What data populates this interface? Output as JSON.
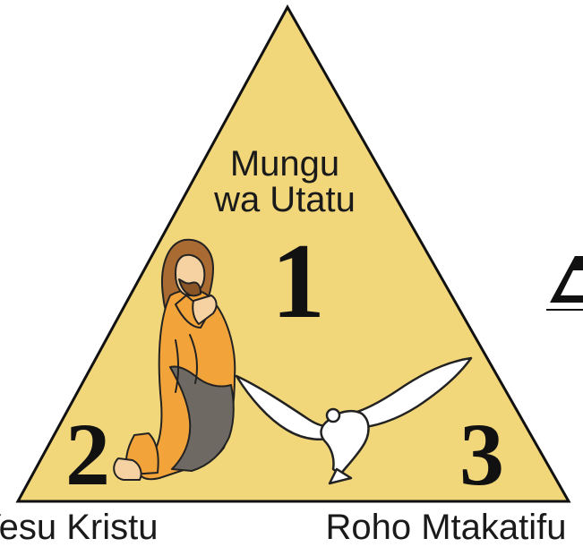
{
  "diagram": {
    "title_line1": "Mungu",
    "title_line2": "wa Utatu",
    "numbers": {
      "one": "1",
      "two": "2",
      "three": "3"
    },
    "labels": {
      "left": "Yesu Kristu",
      "right": "Roho Mtakatifu"
    },
    "colors": {
      "triangle_fill": "#f1d67a",
      "outline": "#111111",
      "robe": "#f2a33a",
      "cloak": "#6e6a63",
      "dove": "#ffffff"
    },
    "icons": {
      "figure": "praying-jesus-icon",
      "dove": "dove-icon",
      "side_symbol": "triangle-icon"
    }
  }
}
